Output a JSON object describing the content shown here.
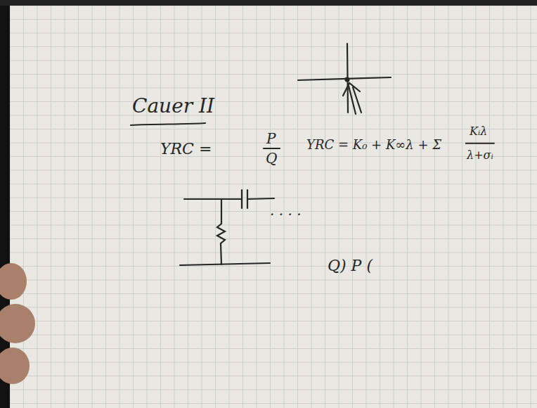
{
  "diagram": {
    "title": "Cauer II",
    "labels": [
      "YRC =",
      "P",
      "Q",
      "YRC = K₀ + K∞λ + Σ",
      "Kᵢλ",
      "λ+σᵢ",
      "· · · ·",
      "Q)  P  ("
    ]
  }
}
